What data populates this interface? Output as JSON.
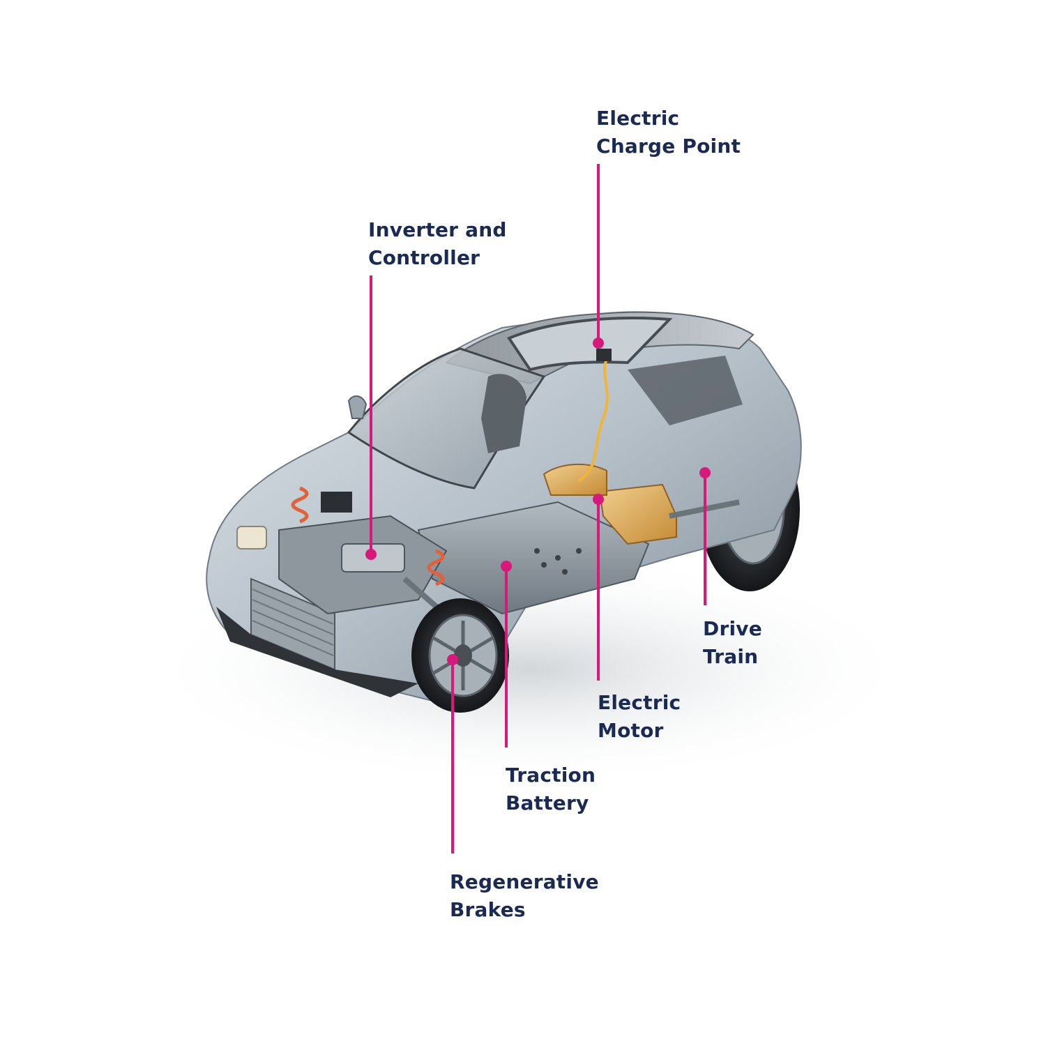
{
  "colors": {
    "label_text": "#1b2a52",
    "callout": "#d6197a",
    "body_paint": "#b9c3cc"
  },
  "labels": {
    "charge_point": {
      "line1": "Electric",
      "line2": "Charge Point"
    },
    "inverter": {
      "line1": "Inverter and",
      "line2": "Controller"
    },
    "drive_train": {
      "line1": "Drive",
      "line2": "Train"
    },
    "electric_motor": {
      "line1": "Electric",
      "line2": "Motor"
    },
    "traction_battery": {
      "line1": "Traction",
      "line2": "Battery"
    },
    "regen_brakes": {
      "line1": "Regenerative",
      "line2": "Brakes"
    }
  }
}
